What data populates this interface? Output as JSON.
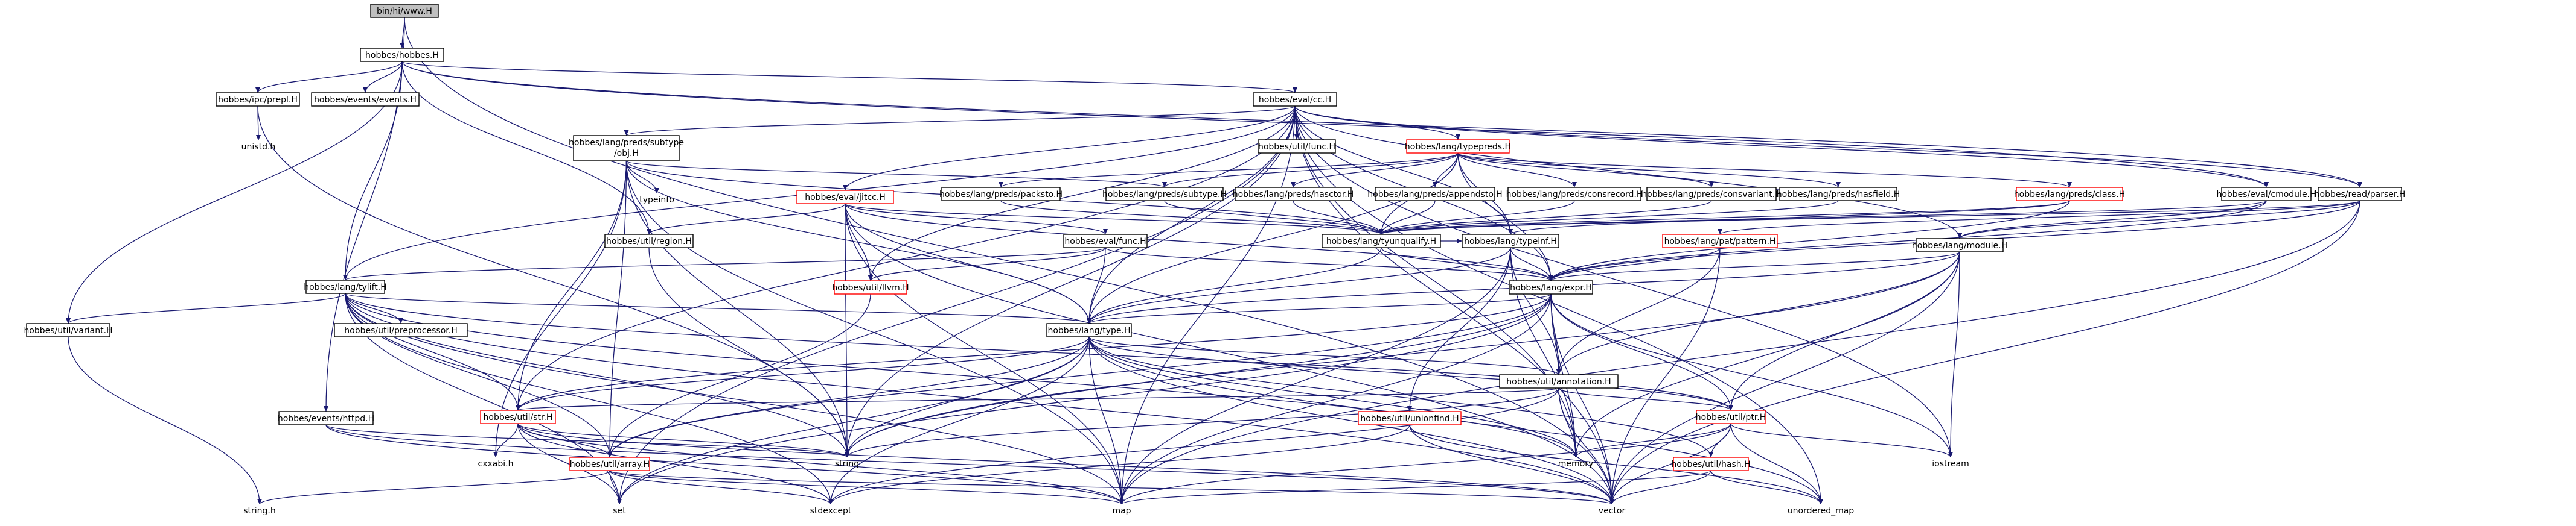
{
  "graph": {
    "nodes": [
      {
        "id": "root",
        "label": "bin/hi/www.H",
        "kind": "root"
      },
      {
        "id": "hobbes",
        "label": "hobbes/hobbes.H",
        "kind": "box"
      },
      {
        "id": "ipc_prepl",
        "label": "hobbes/ipc/prepl.H",
        "kind": "box"
      },
      {
        "id": "events_events",
        "label": "hobbes/events/events.H",
        "kind": "box"
      },
      {
        "id": "eval_cc",
        "label": "hobbes/eval/cc.H",
        "kind": "box"
      },
      {
        "id": "unistd",
        "label": "unistd.h",
        "kind": "plain"
      },
      {
        "id": "util_func",
        "label": "hobbes/util/func.H",
        "kind": "box"
      },
      {
        "id": "subtype_obj",
        "label": "hobbes/lang/preds/subtype/obj.H",
        "kind": "box",
        "label2": "/obj.H"
      },
      {
        "id": "typepreds",
        "label": "hobbes/lang/typepreds.H",
        "kind": "red"
      },
      {
        "id": "eval_module",
        "label": "hobbes/eval/cmodule.H",
        "kind": "box"
      },
      {
        "id": "read_parser",
        "label": "hobbes/read/parser.H",
        "kind": "box"
      },
      {
        "id": "preds_packsto",
        "label": "hobbes/lang/preds/packsto.H",
        "kind": "box"
      },
      {
        "id": "preds_subtype",
        "label": "hobbes/lang/preds/subtype.H",
        "kind": "box"
      },
      {
        "id": "preds_hasctor",
        "label": "hobbes/lang/preds/hasctor.H",
        "kind": "box"
      },
      {
        "id": "preds_appendsto",
        "label": "hobbes/lang/preds/appendsto.H",
        "kind": "box"
      },
      {
        "id": "preds_consrecord",
        "label": "hobbes/lang/preds/consrecord.H",
        "kind": "box"
      },
      {
        "id": "preds_consvariant",
        "label": "hobbes/lang/preds/consvariant.H",
        "kind": "box"
      },
      {
        "id": "preds_hasfield",
        "label": "hobbes/lang/preds/hasfield.H",
        "kind": "box"
      },
      {
        "id": "preds_class",
        "label": "hobbes/lang/preds/class.H",
        "kind": "red"
      },
      {
        "id": "eval_jitcc",
        "label": "hobbes/eval/jitcc.H",
        "kind": "red"
      },
      {
        "id": "typeinfo",
        "label": "typeinfo",
        "kind": "plain"
      },
      {
        "id": "util_region",
        "label": "hobbes/util/region.H",
        "kind": "box"
      },
      {
        "id": "eval_func",
        "label": "hobbes/eval/func.H",
        "kind": "box"
      },
      {
        "id": "tyunqualify",
        "label": "hobbes/lang/tyunqualify.H",
        "kind": "box"
      },
      {
        "id": "typeinf",
        "label": "hobbes/lang/typeinf.H",
        "kind": "box"
      },
      {
        "id": "pat_pattern",
        "label": "hobbes/lang/pat/pattern.H",
        "kind": "red"
      },
      {
        "id": "lang_module",
        "label": "hobbes/lang/module.H",
        "kind": "box"
      },
      {
        "id": "lang_tylift",
        "label": "hobbes/lang/tylift.H",
        "kind": "box"
      },
      {
        "id": "util_llvm",
        "label": "hobbes/util/llvm.H",
        "kind": "red"
      },
      {
        "id": "lang_expr",
        "label": "hobbes/lang/expr.H",
        "kind": "box"
      },
      {
        "id": "util_variant",
        "label": "hobbes/util/variant.H",
        "kind": "box"
      },
      {
        "id": "util_preprocessor",
        "label": "hobbes/util/preprocessor.H",
        "kind": "box"
      },
      {
        "id": "lang_type",
        "label": "hobbes/lang/type.H",
        "kind": "box"
      },
      {
        "id": "events_httpd",
        "label": "hobbes/events/httpd.H",
        "kind": "box"
      },
      {
        "id": "util_annotation",
        "label": "hobbes/util/annotation.H",
        "kind": "box"
      },
      {
        "id": "util_str",
        "label": "hobbes/util/str.H",
        "kind": "red"
      },
      {
        "id": "util_unionfind",
        "label": "hobbes/util/unionfind.H",
        "kind": "red"
      },
      {
        "id": "util_ptr",
        "label": "hobbes/util/ptr.H",
        "kind": "red"
      },
      {
        "id": "cxxabi",
        "label": "cxxabi.h",
        "kind": "plain"
      },
      {
        "id": "util_array",
        "label": "hobbes/util/array.H",
        "kind": "red"
      },
      {
        "id": "string",
        "label": "string",
        "kind": "plain"
      },
      {
        "id": "memory",
        "label": "memory",
        "kind": "plain"
      },
      {
        "id": "util_hash",
        "label": "hobbes/util/hash.H",
        "kind": "red"
      },
      {
        "id": "iostream",
        "label": "iostream",
        "kind": "plain"
      },
      {
        "id": "string_h",
        "label": "string.h",
        "kind": "plain"
      },
      {
        "id": "set",
        "label": "set",
        "kind": "plain"
      },
      {
        "id": "stdexcept",
        "label": "stdexcept",
        "kind": "plain"
      },
      {
        "id": "map",
        "label": "map",
        "kind": "plain"
      },
      {
        "id": "vector",
        "label": "vector",
        "kind": "plain"
      },
      {
        "id": "unordered_map",
        "label": "unordered_map",
        "kind": "plain"
      }
    ],
    "edges": [
      [
        "root",
        "hobbes"
      ],
      [
        "root",
        "events_httpd"
      ],
      [
        "root",
        "vector"
      ],
      [
        "hobbes",
        "ipc_prepl"
      ],
      [
        "hobbes",
        "events_events"
      ],
      [
        "hobbes",
        "eval_cc"
      ],
      [
        "hobbes",
        "lang_tylift"
      ],
      [
        "hobbes",
        "util_variant"
      ],
      [
        "hobbes",
        "util_region"
      ],
      [
        "hobbes",
        "read_parser"
      ],
      [
        "hobbes",
        "eval_module"
      ],
      [
        "ipc_prepl",
        "unistd"
      ],
      [
        "ipc_prepl",
        "string"
      ],
      [
        "eval_cc",
        "util_func"
      ],
      [
        "eval_cc",
        "subtype_obj"
      ],
      [
        "eval_cc",
        "typepreds"
      ],
      [
        "eval_cc",
        "eval_module"
      ],
      [
        "eval_cc",
        "read_parser"
      ],
      [
        "eval_cc",
        "eval_jitcc"
      ],
      [
        "eval_cc",
        "lang_tylift"
      ],
      [
        "eval_cc",
        "util_str"
      ],
      [
        "eval_cc",
        "util_llvm"
      ],
      [
        "eval_cc",
        "lang_type"
      ],
      [
        "eval_cc",
        "lang_expr"
      ],
      [
        "eval_cc",
        "typeinf"
      ],
      [
        "eval_cc",
        "lang_module"
      ],
      [
        "eval_cc",
        "iostream"
      ],
      [
        "eval_cc",
        "string"
      ],
      [
        "eval_cc",
        "map"
      ],
      [
        "eval_cc",
        "vector"
      ],
      [
        "eval_cc",
        "unordered_map"
      ],
      [
        "eval_cc",
        "set"
      ],
      [
        "eval_cc",
        "memory"
      ],
      [
        "subtype_obj",
        "typeinfo"
      ],
      [
        "subtype_obj",
        "tyunqualify"
      ],
      [
        "subtype_obj",
        "preds_subtype"
      ],
      [
        "subtype_obj",
        "util_str"
      ],
      [
        "subtype_obj",
        "util_array"
      ],
      [
        "subtype_obj",
        "cxxabi"
      ],
      [
        "subtype_obj",
        "string"
      ],
      [
        "subtype_obj",
        "map"
      ],
      [
        "subtype_obj",
        "lang_type"
      ],
      [
        "typepreds",
        "preds_packsto"
      ],
      [
        "typepreds",
        "preds_subtype"
      ],
      [
        "typepreds",
        "preds_hasctor"
      ],
      [
        "typepreds",
        "preds_appendsto"
      ],
      [
        "typepreds",
        "preds_consrecord"
      ],
      [
        "typepreds",
        "preds_consvariant"
      ],
      [
        "typepreds",
        "preds_hasfield"
      ],
      [
        "typepreds",
        "preds_class"
      ],
      [
        "typepreds",
        "tyunqualify"
      ],
      [
        "typepreds",
        "lang_type"
      ],
      [
        "typepreds",
        "lang_expr"
      ],
      [
        "typepreds",
        "typeinf"
      ],
      [
        "preds_packsto",
        "tyunqualify"
      ],
      [
        "preds_subtype",
        "tyunqualify"
      ],
      [
        "preds_hasctor",
        "tyunqualify"
      ],
      [
        "preds_appendsto",
        "tyunqualify"
      ],
      [
        "preds_consrecord",
        "tyunqualify"
      ],
      [
        "preds_consvariant",
        "tyunqualify"
      ],
      [
        "preds_hasfield",
        "tyunqualify"
      ],
      [
        "preds_class",
        "tyunqualify"
      ],
      [
        "preds_class",
        "lang_expr"
      ],
      [
        "preds_class",
        "typeinf"
      ],
      [
        "eval_jitcc",
        "util_region"
      ],
      [
        "eval_jitcc",
        "eval_func"
      ],
      [
        "eval_jitcc",
        "util_llvm"
      ],
      [
        "eval_jitcc",
        "lang_type"
      ],
      [
        "eval_jitcc",
        "lang_expr"
      ],
      [
        "eval_jitcc",
        "string"
      ],
      [
        "eval_jitcc",
        "map"
      ],
      [
        "eval_jitcc",
        "vector"
      ],
      [
        "eval_jitcc",
        "tyunqualify"
      ],
      [
        "util_region",
        "string"
      ],
      [
        "eval_func",
        "lang_tylift"
      ],
      [
        "eval_func",
        "lang_type"
      ],
      [
        "eval_func",
        "lang_expr"
      ],
      [
        "eval_func",
        "util_llvm"
      ],
      [
        "tyunqualify",
        "lang_type"
      ],
      [
        "tyunqualify",
        "lang_expr"
      ],
      [
        "tyunqualify",
        "typeinf"
      ],
      [
        "typeinf",
        "lang_type"
      ],
      [
        "typeinf",
        "lang_expr"
      ],
      [
        "typeinf",
        "util_annotation"
      ],
      [
        "typeinf",
        "util_unionfind"
      ],
      [
        "typeinf",
        "map"
      ],
      [
        "typeinf",
        "memory"
      ],
      [
        "pat_pattern",
        "lang_expr"
      ],
      [
        "pat_pattern",
        "util_annotation"
      ],
      [
        "pat_pattern",
        "vector"
      ],
      [
        "lang_module",
        "lang_expr"
      ],
      [
        "lang_module",
        "lang_type"
      ],
      [
        "lang_module",
        "util_ptr"
      ],
      [
        "lang_module",
        "util_annotation"
      ],
      [
        "lang_module",
        "iostream"
      ],
      [
        "lang_module",
        "vector"
      ],
      [
        "lang_module",
        "string"
      ],
      [
        "lang_module",
        "memory"
      ],
      [
        "eval_module",
        "lang_module"
      ],
      [
        "eval_module",
        "lang_expr"
      ],
      [
        "eval_module",
        "tyunqualify"
      ],
      [
        "read_parser",
        "lang_module"
      ],
      [
        "read_parser",
        "lang_expr"
      ],
      [
        "read_parser",
        "pat_pattern"
      ],
      [
        "read_parser",
        "tyunqualify"
      ],
      [
        "read_parser",
        "vector"
      ],
      [
        "read_parser",
        "map"
      ],
      [
        "lang_tylift",
        "lang_type"
      ],
      [
        "lang_tylift",
        "util_variant"
      ],
      [
        "lang_tylift",
        "util_preprocessor"
      ],
      [
        "lang_tylift",
        "util_str"
      ],
      [
        "lang_tylift",
        "util_array"
      ],
      [
        "lang_tylift",
        "string"
      ],
      [
        "lang_tylift",
        "map"
      ],
      [
        "lang_tylift",
        "vector"
      ],
      [
        "lang_tylift",
        "set"
      ],
      [
        "lang_tylift",
        "stdexcept"
      ],
      [
        "lang_tylift",
        "memory"
      ],
      [
        "lang_tylift",
        "util_ptr"
      ],
      [
        "util_llvm",
        "util_array"
      ],
      [
        "lang_expr",
        "lang_type"
      ],
      [
        "lang_expr",
        "util_annotation"
      ],
      [
        "lang_expr",
        "util_str"
      ],
      [
        "lang_expr",
        "util_array"
      ],
      [
        "lang_expr",
        "util_ptr"
      ],
      [
        "lang_expr",
        "string"
      ],
      [
        "lang_expr",
        "map"
      ],
      [
        "lang_expr",
        "set"
      ],
      [
        "lang_expr",
        "vector"
      ],
      [
        "lang_expr",
        "memory"
      ],
      [
        "lang_expr",
        "iostream"
      ],
      [
        "util_variant",
        "string_h"
      ],
      [
        "lang_type",
        "util_annotation"
      ],
      [
        "lang_type",
        "util_str"
      ],
      [
        "lang_type",
        "util_array"
      ],
      [
        "lang_type",
        "util_ptr"
      ],
      [
        "lang_type",
        "util_hash"
      ],
      [
        "lang_type",
        "string"
      ],
      [
        "lang_type",
        "map"
      ],
      [
        "lang_type",
        "set"
      ],
      [
        "lang_type",
        "vector"
      ],
      [
        "lang_type",
        "stdexcept"
      ],
      [
        "lang_type",
        "memory"
      ],
      [
        "lang_type",
        "unordered_map"
      ],
      [
        "events_httpd",
        "string"
      ],
      [
        "events_httpd",
        "map"
      ],
      [
        "events_httpd",
        "vector"
      ],
      [
        "util_annotation",
        "util_str"
      ],
      [
        "util_annotation",
        "util_ptr"
      ],
      [
        "util_annotation",
        "string"
      ],
      [
        "util_annotation",
        "memory"
      ],
      [
        "util_annotation",
        "vector"
      ],
      [
        "util_annotation",
        "stdexcept"
      ],
      [
        "util_str",
        "cxxabi"
      ],
      [
        "util_str",
        "util_array"
      ],
      [
        "util_str",
        "string"
      ],
      [
        "util_str",
        "set"
      ],
      [
        "util_str",
        "map"
      ],
      [
        "util_str",
        "vector"
      ],
      [
        "util_str",
        "stdexcept"
      ],
      [
        "util_unionfind",
        "unordered_map"
      ],
      [
        "util_unionfind",
        "stdexcept"
      ],
      [
        "util_unionfind",
        "vector"
      ],
      [
        "util_ptr",
        "util_hash"
      ],
      [
        "util_ptr",
        "iostream"
      ],
      [
        "util_ptr",
        "memory"
      ],
      [
        "util_ptr",
        "map"
      ],
      [
        "util_ptr",
        "vector"
      ],
      [
        "util_ptr",
        "unordered_map"
      ],
      [
        "util_array",
        "string_h"
      ],
      [
        "util_array",
        "set"
      ],
      [
        "util_array",
        "map"
      ],
      [
        "util_array",
        "vector"
      ],
      [
        "util_array",
        "stdexcept"
      ],
      [
        "util_hash",
        "map"
      ],
      [
        "util_hash",
        "vector"
      ],
      [
        "util_hash",
        "unordered_map"
      ]
    ]
  }
}
